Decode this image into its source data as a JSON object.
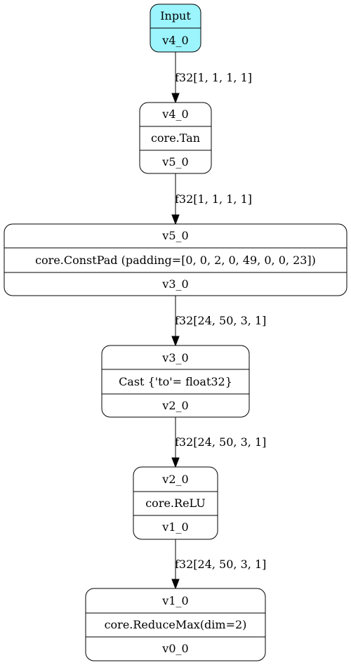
{
  "nodes": [
    {
      "id": "input",
      "rows": [
        "Input",
        "v4_0"
      ],
      "highlight": true
    },
    {
      "id": "tan",
      "rows": [
        "v4_0",
        "core.Tan",
        "v5_0"
      ]
    },
    {
      "id": "constpad",
      "rows": [
        "v5_0",
        "core.ConstPad (padding=[0, 0, 2, 0, 49, 0, 0, 23])",
        "v3_0"
      ]
    },
    {
      "id": "cast",
      "rows": [
        "v3_0",
        "Cast {'to'= float32}",
        "v2_0"
      ]
    },
    {
      "id": "relu",
      "rows": [
        "v2_0",
        "core.ReLU",
        "v1_0"
      ]
    },
    {
      "id": "reducemax",
      "rows": [
        "v1_0",
        "core.ReduceMax(dim=2)",
        "v0_0"
      ]
    }
  ],
  "edges": [
    {
      "from": "input",
      "to": "tan",
      "label": "f32[1, 1, 1, 1]"
    },
    {
      "from": "tan",
      "to": "constpad",
      "label": "f32[1, 1, 1, 1]"
    },
    {
      "from": "constpad",
      "to": "cast",
      "label": "f32[24, 50, 3, 1]"
    },
    {
      "from": "cast",
      "to": "relu",
      "label": "f32[24, 50, 3, 1]"
    },
    {
      "from": "relu",
      "to": "reducemax",
      "label": "f32[24, 50, 3, 1]"
    }
  ],
  "colors": {
    "input_fill": "#9cf4fc",
    "node_fill": "#ffffff",
    "stroke": "#000000"
  }
}
